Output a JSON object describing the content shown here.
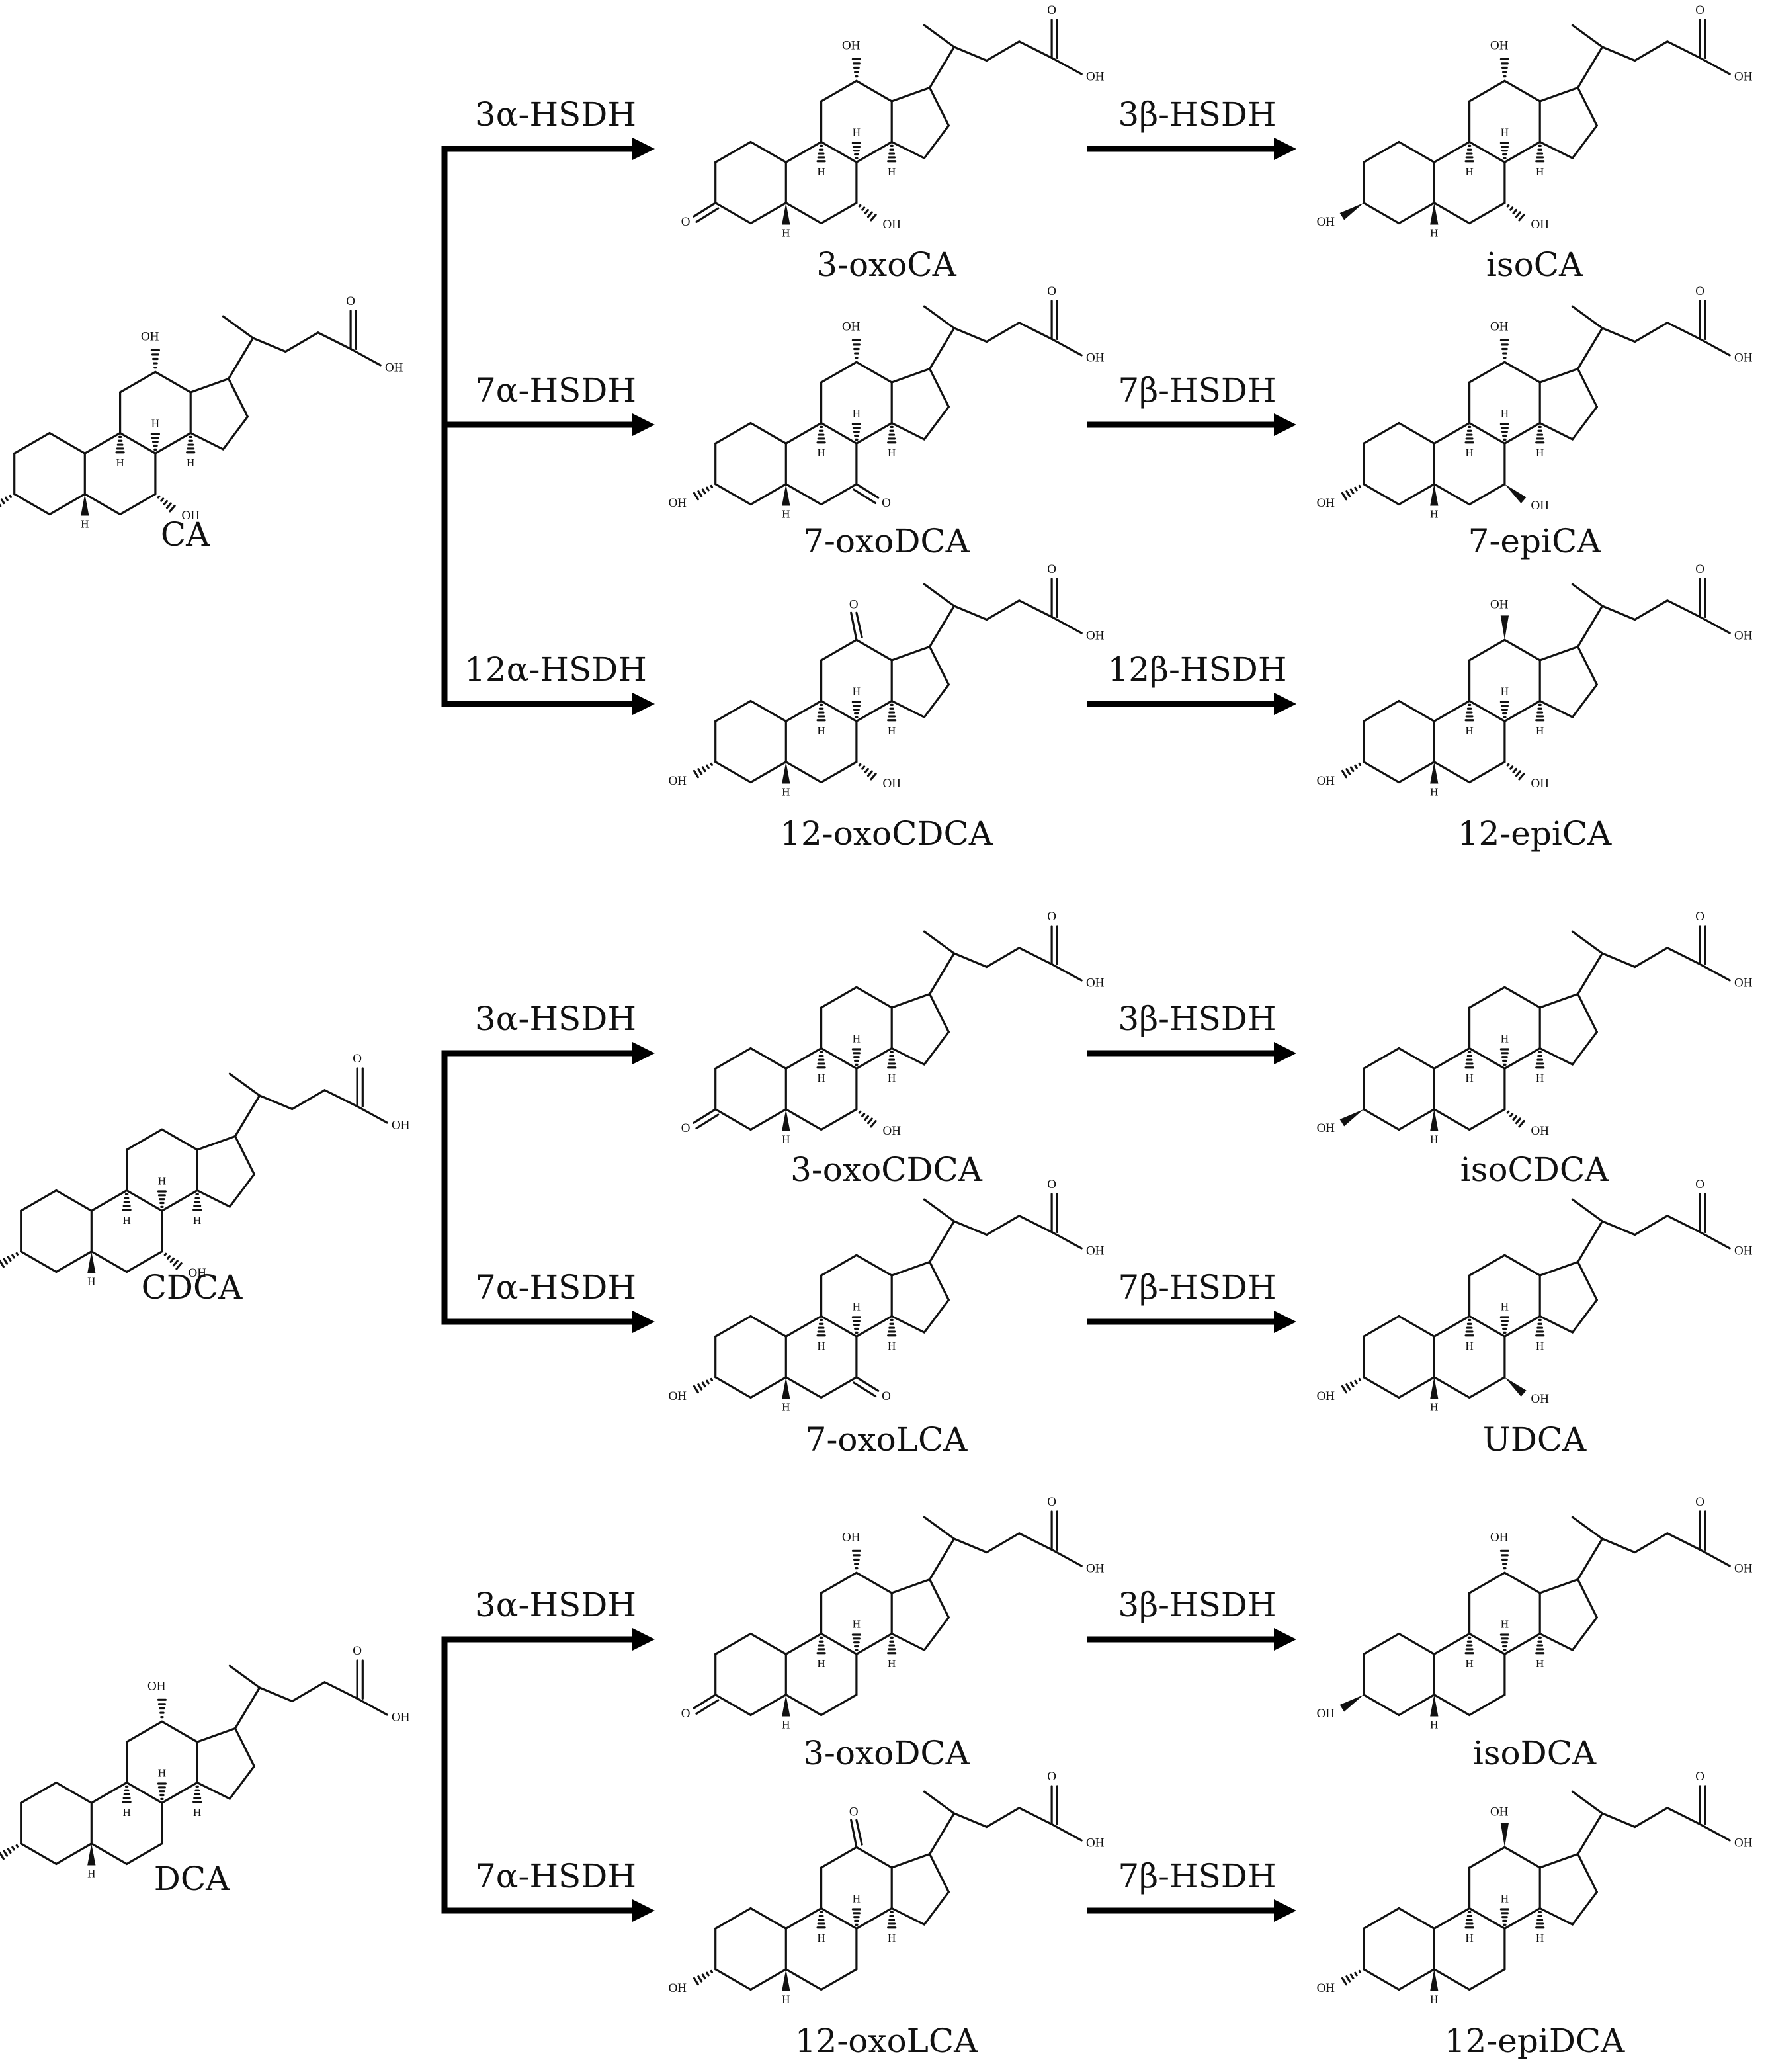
{
  "groups": [
    {
      "substrate": {
        "name": "CA",
        "oh3": "alpha",
        "oh7": "alpha",
        "oh12": "alpha"
      },
      "branches": [
        {
          "enzyme1": "3α-HSDH",
          "intermediate": {
            "name": "3-oxoCA",
            "c3": "oxo",
            "oh7": "alpha",
            "oh12": "alpha"
          },
          "enzyme2": "3β-HSDH",
          "product": {
            "name": "isoCA",
            "oh3": "beta",
            "oh7": "alpha",
            "oh12": "alpha"
          }
        },
        {
          "enzyme1": "7α-HSDH",
          "intermediate": {
            "name": "7-oxoDCA",
            "oh3": "alpha",
            "c7": "oxo",
            "oh12": "alpha"
          },
          "enzyme2": "7β-HSDH",
          "product": {
            "name": "7-epiCA",
            "oh3": "alpha",
            "oh7": "beta",
            "oh12": "alpha"
          }
        },
        {
          "enzyme1": "12α-HSDH",
          "intermediate": {
            "name": "12-oxoCDCA",
            "oh3": "alpha",
            "oh7": "alpha",
            "c12": "oxo"
          },
          "enzyme2": "12β-HSDH",
          "product": {
            "name": "12-epiCA",
            "oh3": "alpha",
            "oh7": "alpha",
            "oh12": "beta"
          }
        }
      ]
    },
    {
      "substrate": {
        "name": "CDCA",
        "oh3": "alpha",
        "oh7": "alpha"
      },
      "branches": [
        {
          "enzyme1": "3α-HSDH",
          "intermediate": {
            "name": "3-oxoCDCA",
            "c3": "oxo",
            "oh7": "alpha"
          },
          "enzyme2": "3β-HSDH",
          "product": {
            "name": "isoCDCA",
            "oh3": "beta",
            "oh7": "alpha"
          }
        },
        {
          "enzyme1": "7α-HSDH",
          "intermediate": {
            "name": "7-oxoLCA",
            "oh3": "alpha",
            "c7": "oxo"
          },
          "enzyme2": "7β-HSDH",
          "product": {
            "name": "UDCA",
            "oh3": "alpha",
            "oh7": "beta"
          }
        }
      ]
    },
    {
      "substrate": {
        "name": "DCA",
        "oh3": "alpha",
        "oh12": "alpha"
      },
      "branches": [
        {
          "enzyme1": "3α-HSDH",
          "intermediate": {
            "name": "3-oxoDCA",
            "c3": "oxo",
            "oh12": "alpha"
          },
          "enzyme2": "3β-HSDH",
          "product": {
            "name": "isoDCA",
            "oh3": "beta",
            "oh12": "alpha"
          }
        },
        {
          "enzyme1": "7α-HSDH",
          "intermediate": {
            "name": "12-oxoLCA",
            "oh3": "alpha",
            "c12": "oxo"
          },
          "enzyme2": "7β-HSDH",
          "product": {
            "name": "12-epiDCA",
            "oh3": "alpha",
            "oh12": "beta"
          }
        }
      ]
    }
  ],
  "atoms": {
    "hydroxyl": "OH",
    "oxygen": "O",
    "hydrogen": "H"
  }
}
